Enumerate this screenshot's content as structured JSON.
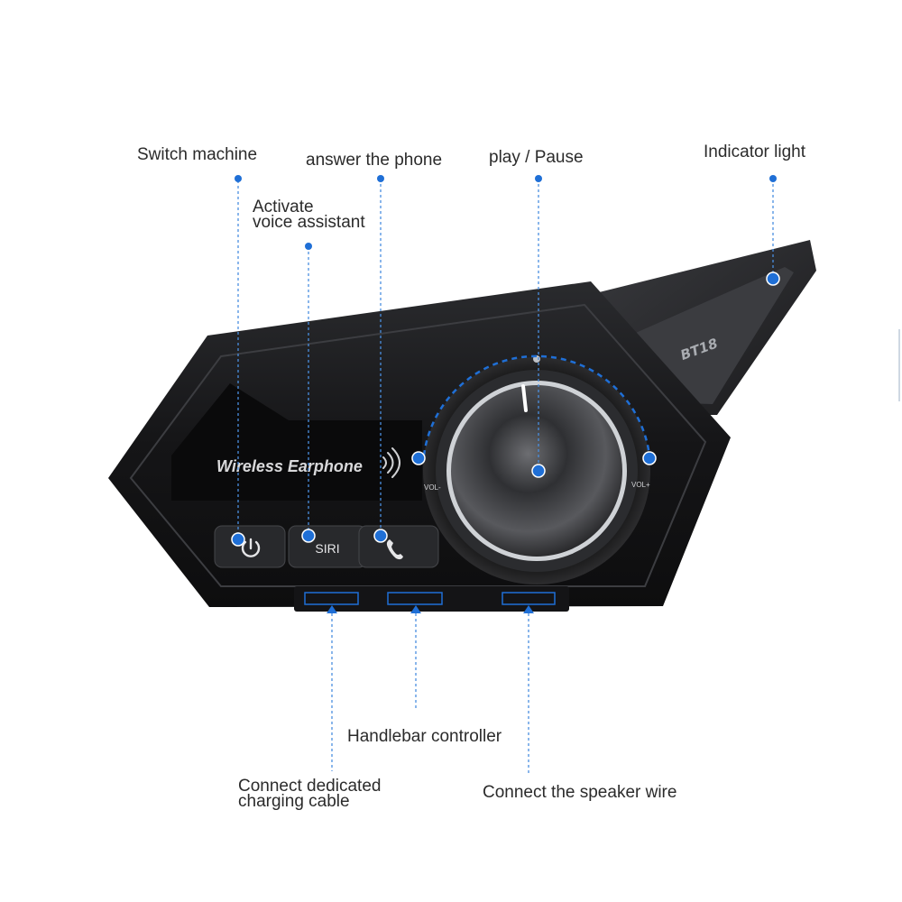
{
  "device": {
    "brand_text": "Wireless Earphone",
    "model_text": "BT18",
    "siri_button_text": "SIRI",
    "vol_minus_text": "VOL-",
    "vol_plus_text": "VOL+"
  },
  "callouts": {
    "switch_machine": "Switch machine",
    "activate_voice_line1": "Activate",
    "activate_voice_line2": "voice assistant",
    "answer_phone": "answer the phone",
    "play_pause": "play / Pause",
    "indicator_light": "Indicator light",
    "handlebar_controller": "Handlebar controller",
    "charging_cable_line1": "Connect dedicated",
    "charging_cable_line2": "charging cable",
    "speaker_wire": "Connect the speaker wire"
  },
  "colors": {
    "accent_blue": "#1f6fd6",
    "device_body": "#1b1b1d",
    "label_text": "#2b2b2b"
  },
  "icons": [
    "power-icon",
    "phone-icon",
    "wireless-signal-icon"
  ]
}
